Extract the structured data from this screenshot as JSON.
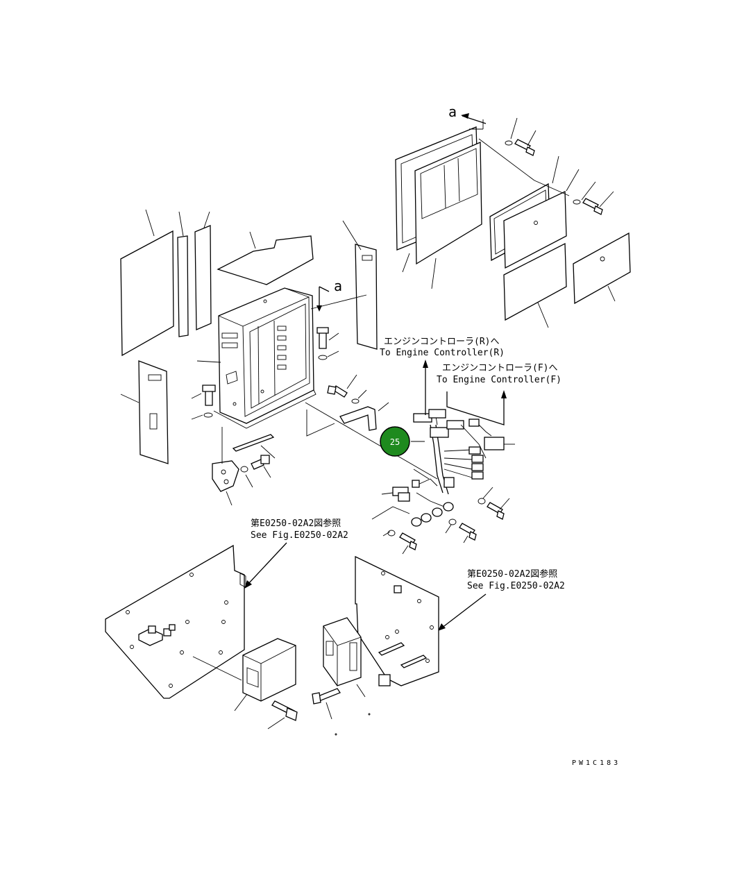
{
  "labels": {
    "view_a_upper": "a",
    "view_a_lower": "a",
    "to_ecu_r_jp": "エンジンコントローラ(R)へ",
    "to_ecu_r_en": "To Engine Controller(R)",
    "to_ecu_f_jp": "エンジンコントローラ(F)へ",
    "to_ecu_f_en": "To Engine Controller(F)",
    "see_fig_left_jp": "第E0250-02A2図参照",
    "see_fig_left_en": "See Fig.E0250-02A2",
    "see_fig_right_jp": "第E0250-02A2図参照",
    "see_fig_right_en": "See Fig.E0250-02A2",
    "drawing_code": "PW1C183"
  },
  "callouts": [
    {
      "number": "25",
      "color": "#1e8a1e"
    }
  ]
}
